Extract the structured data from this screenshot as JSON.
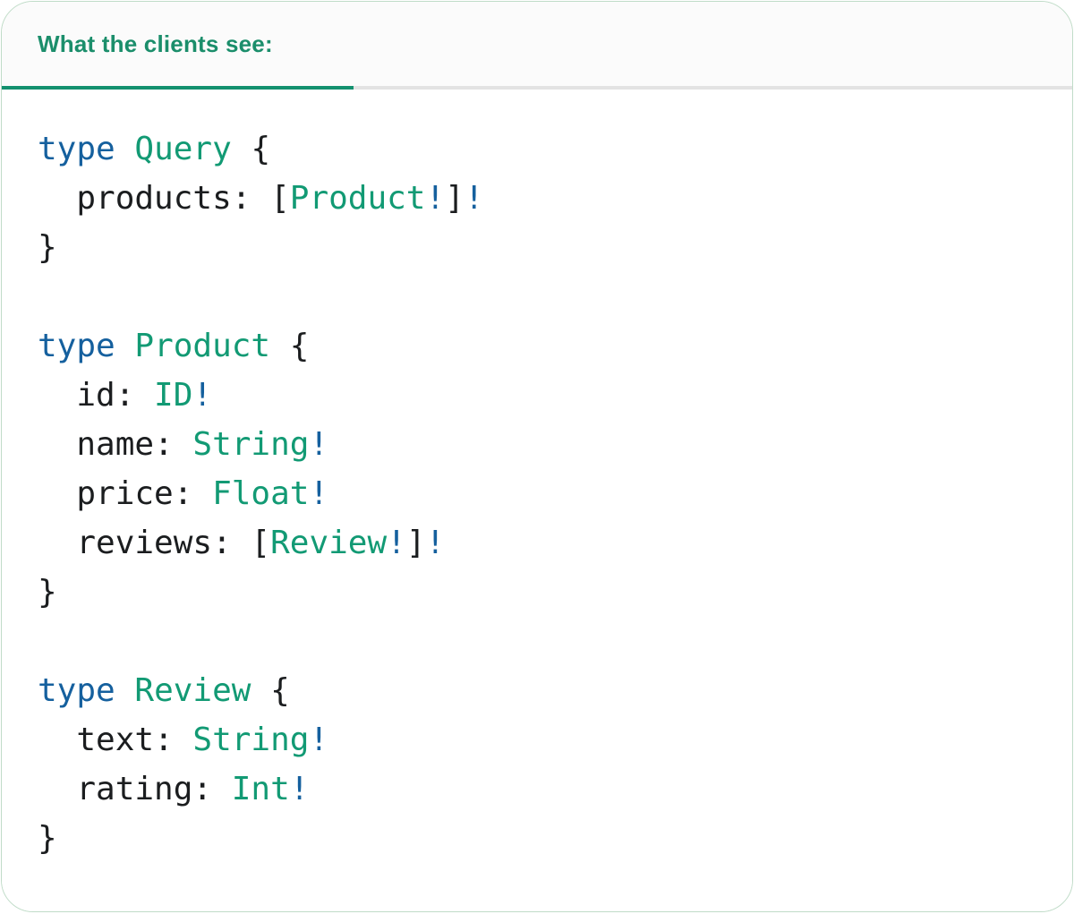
{
  "panel": {
    "header": {
      "tab": {
        "label": "What the clients see:",
        "active": true
      }
    },
    "code": {
      "language": "graphql-sdl",
      "lines": [
        [
          [
            "keyword",
            "type"
          ],
          [
            "plain",
            " "
          ],
          [
            "type",
            "Query"
          ],
          [
            "plain",
            " {"
          ]
        ],
        [
          [
            "plain",
            "  products: ["
          ],
          [
            "type",
            "Product"
          ],
          [
            "bang",
            "!"
          ],
          [
            "plain",
            "]"
          ],
          [
            "bang",
            "!"
          ]
        ],
        [
          [
            "plain",
            "}"
          ]
        ],
        [],
        [
          [
            "keyword",
            "type"
          ],
          [
            "plain",
            " "
          ],
          [
            "type",
            "Product"
          ],
          [
            "plain",
            " {"
          ]
        ],
        [
          [
            "plain",
            "  id: "
          ],
          [
            "type",
            "ID"
          ],
          [
            "bang",
            "!"
          ]
        ],
        [
          [
            "plain",
            "  name: "
          ],
          [
            "type",
            "String"
          ],
          [
            "bang",
            "!"
          ]
        ],
        [
          [
            "plain",
            "  price: "
          ],
          [
            "type",
            "Float"
          ],
          [
            "bang",
            "!"
          ]
        ],
        [
          [
            "plain",
            "  reviews: ["
          ],
          [
            "type",
            "Review"
          ],
          [
            "bang",
            "!"
          ],
          [
            "plain",
            "]"
          ],
          [
            "bang",
            "!"
          ]
        ],
        [
          [
            "plain",
            "}"
          ]
        ],
        [],
        [
          [
            "keyword",
            "type"
          ],
          [
            "plain",
            " "
          ],
          [
            "type",
            "Review"
          ],
          [
            "plain",
            " {"
          ]
        ],
        [
          [
            "plain",
            "  text: "
          ],
          [
            "type",
            "String"
          ],
          [
            "bang",
            "!"
          ]
        ],
        [
          [
            "plain",
            "  rating: "
          ],
          [
            "type",
            "Int"
          ],
          [
            "bang",
            "!"
          ]
        ],
        [
          [
            "plain",
            "}"
          ]
        ]
      ]
    }
  },
  "colors": {
    "tab_text": "#1b8e6b",
    "tab_underline": "#13916f",
    "divider": "#e3e3e3",
    "panel_border": "#c0dcc8",
    "header_bg": "#fbfbfb",
    "code_plain": "#1b1d1f",
    "code_keyword": "#15609e",
    "code_type": "#129a74",
    "code_bang": "#15609e"
  }
}
